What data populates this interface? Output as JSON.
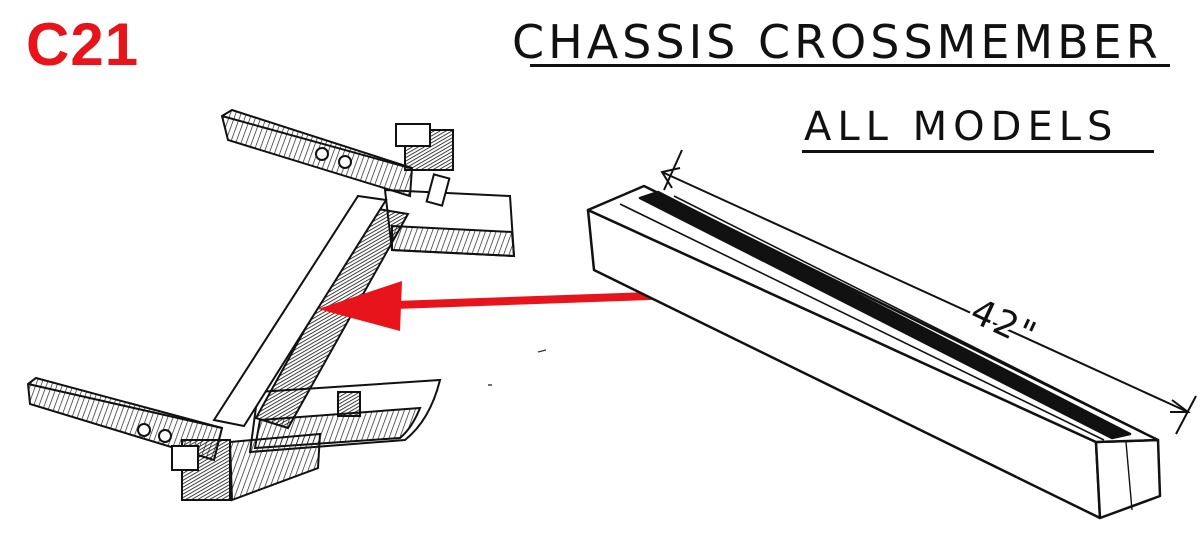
{
  "part_code": "C21",
  "title": "CHASSIS CROSSMEMBER",
  "subtitle": "ALL MODELS",
  "dimension_label": "42\"",
  "colors": {
    "part_code": "#e8141b",
    "arrow": "#e8141b",
    "ink": "#111111"
  },
  "pointer": "red-arrow-left"
}
